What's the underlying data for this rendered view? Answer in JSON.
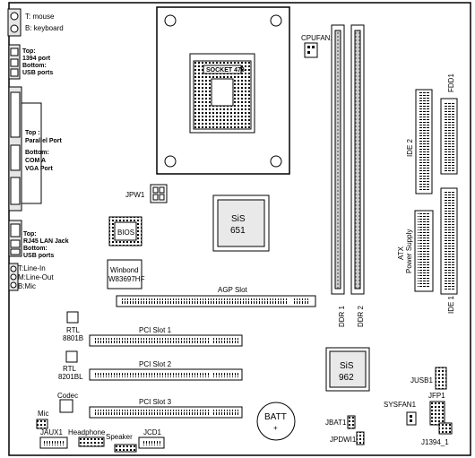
{
  "labels": {
    "mouse": "T: mouse",
    "keyboard": "B: keyboard",
    "usb1394_top": "Top:",
    "usb1394_1394": "1394 port",
    "usb1394_bottom": "Bottom:",
    "usb1394_usb": "USB ports",
    "parallel_top": "Top :",
    "parallel_port": "Parallel Port",
    "parallel_bottom": "Bottom:",
    "parallel_com": "COM A",
    "parallel_vga": "VGA Port",
    "lan_top": "Top:",
    "lan_rj45": "RJ45 LAN Jack",
    "lan_bottom": "Bottom:",
    "lan_usb": "USB ports",
    "audio_in": "T:Line-In",
    "audio_out": "M:Line-Out",
    "audio_mic": "B:Mic",
    "socket": "SOCKET 478",
    "cpufan": "CPUFAN1",
    "fdd": "FDD1",
    "ide2": "IDE 2",
    "ide1": "IDE 1",
    "atx1": "ATX",
    "atx2": "Power Supply",
    "ddr1": "DDR 1",
    "ddr2": "DDR 2",
    "jpw1": "JPW1",
    "bios": "BIOS",
    "sis651_1": "SiS",
    "sis651_2": "651",
    "winbond1": "Winbond",
    "winbond2": "W83697HF",
    "agp": "AGP Slot",
    "rtl8801_1": "RTL",
    "rtl8801_2": "8801B",
    "rtl8201_1": "RTL",
    "rtl8201_2": "8201BL",
    "pci1": "PCI Slot 1",
    "pci2": "PCI Slot 2",
    "pci3": "PCI Slot 3",
    "sis962_1": "SiS",
    "sis962_2": "962",
    "jusb1": "JUSB1",
    "codec": "Codec",
    "jfp1": "JFP1",
    "sysfan": "SYSFAN1",
    "jbat": "JBAT1",
    "batt1": "BATT",
    "batt2": "+",
    "mic": "Mic",
    "jaux": "JAUX1",
    "headphone": "Headphone",
    "speaker": "Speaker",
    "jcd": "JCD1",
    "jpdwi": "JPDWI1",
    "j1394": "J1394_1"
  }
}
